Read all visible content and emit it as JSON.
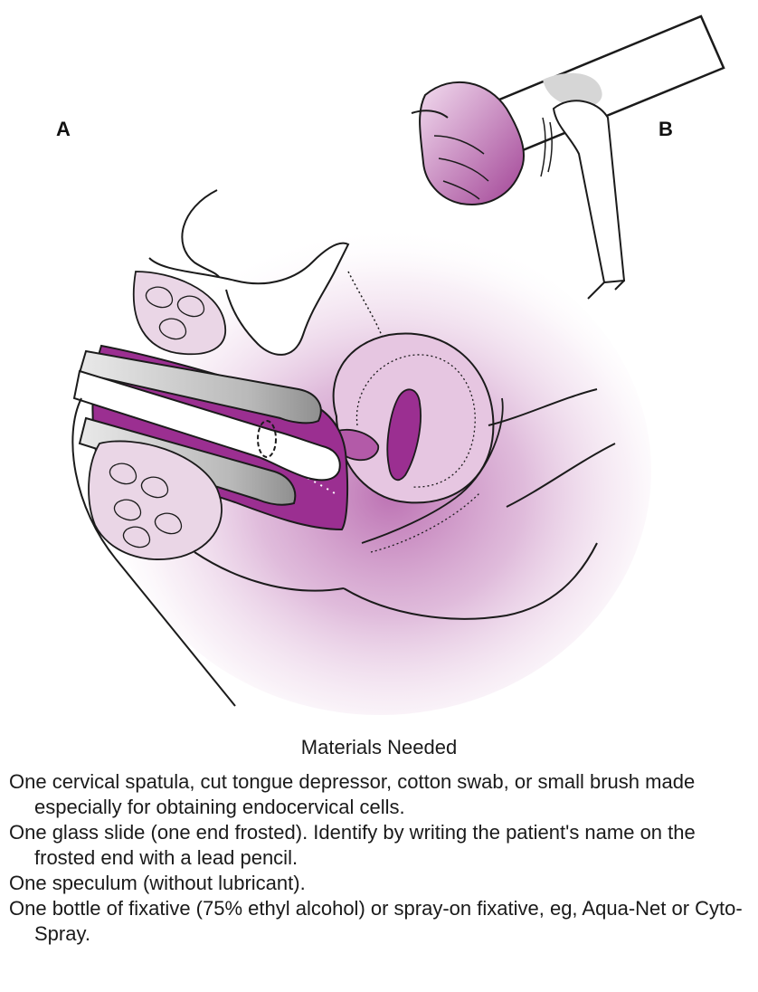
{
  "figure": {
    "panel_labels": {
      "a": "A",
      "b": "B"
    },
    "colors": {
      "accent_purple": "#9b2f91",
      "soft_purple": "#d8a9d0",
      "line": "#1b1b1b",
      "instrument_grey": "#bfbfbf"
    }
  },
  "caption": {
    "title": "Materials Needed",
    "items": [
      "One cervical spatula, cut tongue depressor, cotton swab, or small brush made especially for obtaining endocervical cells.",
      "One glass slide (one end frosted). Identify by writing the patient's name on the frosted end with a lead pencil.",
      "One speculum (without lubricant).",
      "One bottle of fixative (75% ethyl alcohol) or spray-on fixative, eg, Aqua-Net or Cyto-Spray."
    ]
  }
}
